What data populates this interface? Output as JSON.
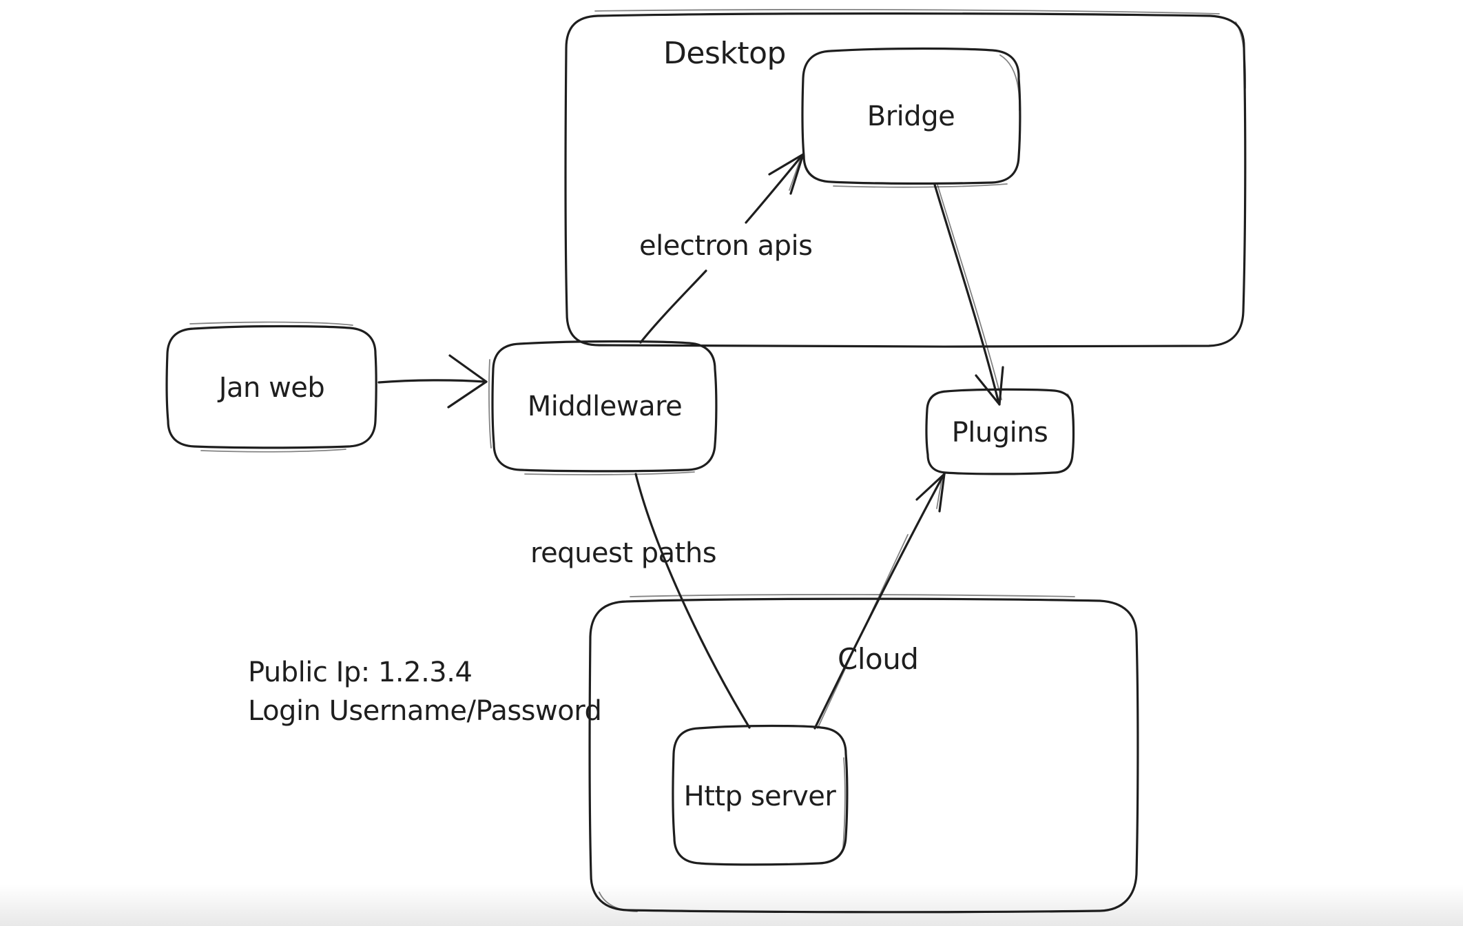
{
  "diagram": {
    "background_color": "#ffffff",
    "stroke_color": "#1e1e1e",
    "style": "hand-drawn sketch (Excalidraw-like)",
    "containers": [
      {
        "id": "desktop",
        "label": "Desktop",
        "contains": [
          "bridge"
        ]
      },
      {
        "id": "cloud",
        "label": "Cloud",
        "contains": [
          "http-server"
        ]
      }
    ],
    "nodes": [
      {
        "id": "jan-web",
        "label": "Jan web"
      },
      {
        "id": "middleware",
        "label": "Middleware"
      },
      {
        "id": "bridge",
        "label": "Bridge"
      },
      {
        "id": "plugins",
        "label": "Plugins"
      },
      {
        "id": "http-server",
        "label": "Http server"
      }
    ],
    "edges": [
      {
        "id": "jan-web-to-middleware",
        "from": "jan-web",
        "to": "middleware",
        "label": "",
        "arrowhead": true
      },
      {
        "id": "middleware-to-bridge",
        "from": "middleware",
        "to": "bridge",
        "label": "electron apis",
        "arrowhead": true
      },
      {
        "id": "bridge-to-plugins",
        "from": "bridge",
        "to": "plugins",
        "label": "",
        "arrowhead": true
      },
      {
        "id": "middleware-to-http-server",
        "from": "middleware",
        "to": "http-server",
        "label": "request paths",
        "arrowhead": false
      },
      {
        "id": "http-server-to-plugins",
        "from": "http-server",
        "to": "plugins",
        "label": "",
        "arrowhead": true
      }
    ],
    "annotation": {
      "line1": "Public Ip: 1.2.3.4",
      "line2": "Login Username/Password"
    }
  }
}
